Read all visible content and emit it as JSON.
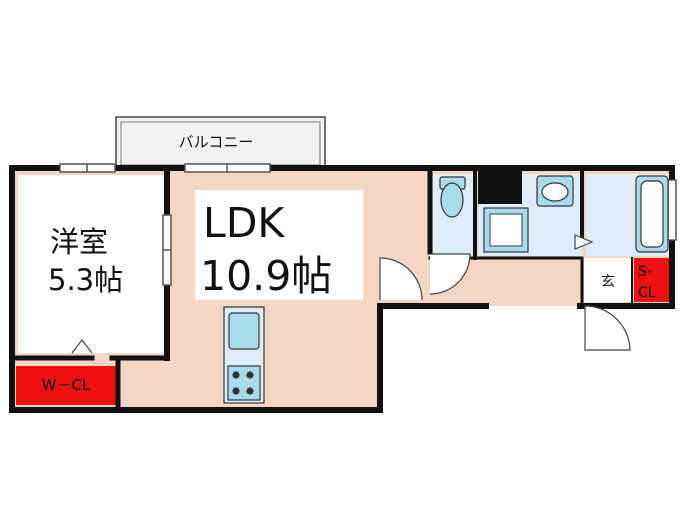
{
  "floorplan": {
    "balcony_label": "バルコニー",
    "western_room": {
      "name": "洋室",
      "size": "5.3帖"
    },
    "ldk": {
      "name": "LDK",
      "size": "10.9帖"
    },
    "walk_in_closet_label": "W－CL",
    "entrance_label": "玄",
    "shoe_closet_label_line1": "S-",
    "shoe_closet_label_line2": "CL"
  },
  "colors": {
    "floor": "#f3d6c3",
    "wet_area": "#ddeef8",
    "fixture": "#a8dced",
    "closet_highlight": "#ee1111",
    "wall": "#111111",
    "balcony": "#f2f2f2"
  }
}
